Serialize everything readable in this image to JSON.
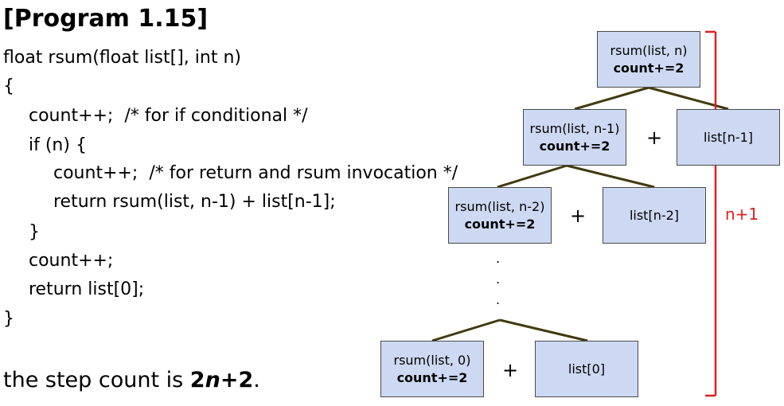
{
  "title": "[Program 1.15]",
  "code": [
    "float rsum(float list[], int n)",
    "{",
    "count++;  /* for if conditional */",
    "if (n) {",
    "count++;  /* for return and rsum invocation */",
    "return rsum(list, n-1) + list[n-1];",
    "}",
    "count++;",
    "return list[0];",
    "}"
  ],
  "footer": {
    "prefix": "the step count is ",
    "coef": "2",
    "var": "n",
    "suffix": "+2",
    "period": "."
  },
  "tree": {
    "nodes": [
      {
        "call": "rsum(list, n)",
        "count": "count+=2",
        "plus": "",
        "elem": ""
      },
      {
        "call": "rsum(list, n-1)",
        "count": "count+=2",
        "plus": "+",
        "elem": "list[n-1]"
      },
      {
        "call": "rsum(list, n-2)",
        "count": "count+=2",
        "plus": "+",
        "elem": "list[n-2]"
      },
      {
        "call": "rsum(list, 0)",
        "count": "count+=2",
        "plus": "+",
        "elem": "list[0]"
      }
    ],
    "dots": ".",
    "depth_label": "n+1"
  },
  "colors": {
    "box_fill": "#cdd9f2",
    "connector": "#403a10",
    "bracket": "#e02020"
  }
}
